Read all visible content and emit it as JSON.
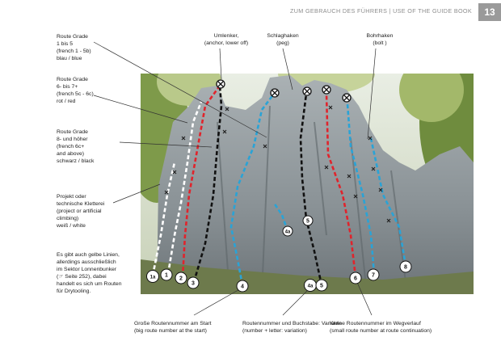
{
  "header": {
    "title": "ZUM GEBRAUCH DES FÜHRERS | USE OF THE GUIDE BOOK",
    "page_number": "13"
  },
  "legend": {
    "grade_blue": [
      "Route Grade",
      "1 bis 5",
      "(french 1 - 5b)",
      "blau / blue"
    ],
    "grade_red": [
      "Route Grade",
      "6- bis 7+",
      "(french 5c - 6c)",
      "rot / red"
    ],
    "grade_black": [
      "Route Grade",
      "8- und höher",
      "(french 6c+",
      "and above)",
      "schwarz / black"
    ],
    "project": [
      "Projekt oder",
      "technische Kletterei",
      "(project or artificial",
      "climbing)",
      "weiß / white"
    ],
    "yellow_note": [
      "Es gibt auch gelbe Linien,",
      "allerdings ausschließlich",
      "im Sektor Lonnenbunker",
      "(☞ Seite 252), dabei",
      "handelt es sich um Routen",
      "für Drytooling."
    ]
  },
  "top_labels": {
    "anchor": [
      "Umlenker,",
      "(anchor, lower off)"
    ],
    "peg": [
      "Schlaghaken",
      "(peg)"
    ],
    "bolt": [
      "Bohrhaken",
      "(bolt )"
    ]
  },
  "bottom_labels": {
    "start": [
      "Große Routennummer am Start",
      "(big route number at the start)"
    ],
    "variation": [
      "Routennummer und Buchstabe: Variante",
      "(number + letter: variation)"
    ],
    "continuation": [
      "Kleine Routennummer im Wegverlauf",
      "(small route number at route continuation)"
    ]
  },
  "route_markers": [
    "1a",
    "1",
    "2",
    "3",
    "4",
    "4a",
    "4a",
    "5",
    "5",
    "6",
    "7",
    "8"
  ],
  "colors": {
    "blue": "#2aa3d6",
    "red": "#e0242c",
    "black": "#111111",
    "white": "#ffffff",
    "rock": "#8d959a",
    "foliage": "#7e9a4a"
  }
}
